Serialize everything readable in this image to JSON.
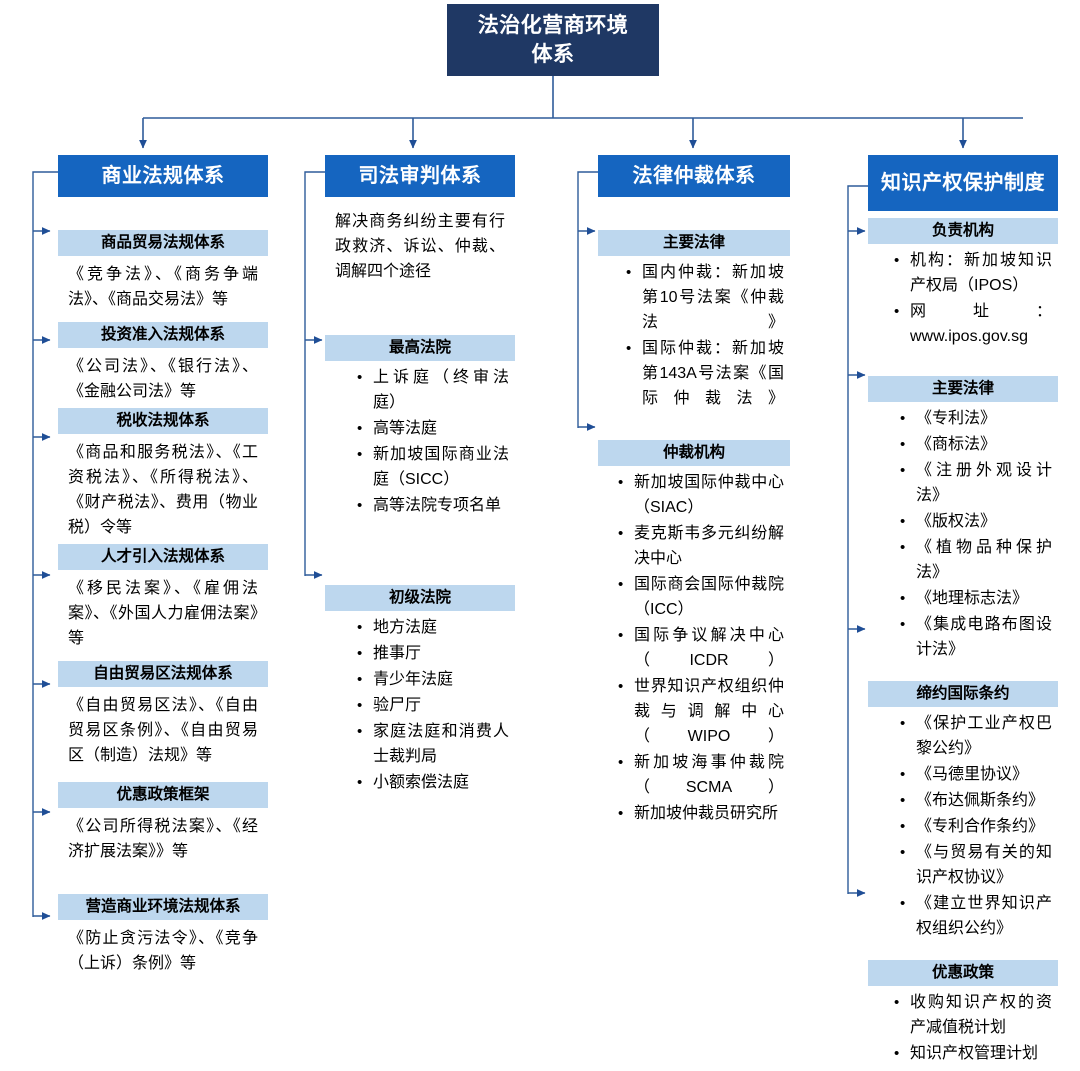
{
  "diagram": {
    "title": "法治化营商环境体系",
    "root": {
      "label": "法治化营商环境\n体系",
      "line1": "法治化营商环境",
      "line2": "体系",
      "color": "#1F3864"
    },
    "theme": {
      "root_fill": "#1F3864",
      "header_fill": "#1565C0",
      "subheader_fill": "#BDD7EE",
      "connector": "#2E5C9A",
      "text": "#000000",
      "header_text": "#FFFFFF"
    },
    "columns": [
      {
        "id": "commercial-regulation",
        "header": "商业法规体系",
        "sections": [
          {
            "head": "商品贸易法规体系",
            "type": "paragraph",
            "text": "《竞争法》、《商务争端法》、《商品交易法》等"
          },
          {
            "head": "投资准入法规体系",
            "type": "paragraph",
            "text": "《公司法》、《银行法》、《金融公司法》等"
          },
          {
            "head": "税收法规体系",
            "type": "paragraph",
            "text": "《商品和服务税法》、《工资税法》、《所得税法》、《财产税法》、费用（物业税）令等"
          },
          {
            "head": "人才引入法规体系",
            "type": "paragraph",
            "text": "《移民法案》、《雇佣法案》、《外国人力雇佣法案》等"
          },
          {
            "head": "自由贸易区法规体系",
            "type": "paragraph",
            "text": "《自由贸易区法》、《自由贸易区条例》、《自由贸易区（制造）法规》等"
          },
          {
            "head": "优惠政策框架",
            "type": "paragraph",
            "text": "《公司所得税法案》、《经济扩展法案》》等"
          },
          {
            "head": "营造商业环境法规体系",
            "type": "paragraph",
            "text": "《防止贪污法令》、《竞争（上诉）条例》等"
          }
        ]
      },
      {
        "id": "judicial-trial",
        "header": "司法审判体系",
        "intro": "解决商务纠纷主要有行政救济、诉讼、仲裁、调解四个途径",
        "sections": [
          {
            "head": "最高法院",
            "type": "bullets",
            "items": [
              "上诉庭（终审法庭）",
              "高等法庭",
              "新加坡国际商业法庭（SICC）",
              "高等法院专项名单"
            ]
          },
          {
            "head": "初级法院",
            "type": "bullets",
            "items": [
              "地方法庭",
              "推事厅",
              "青少年法庭",
              "验尸厅",
              "家庭法庭和消费人士裁判局",
              "小额索偿法庭"
            ]
          }
        ]
      },
      {
        "id": "legal-arbitration",
        "header": "法律仲裁体系",
        "sections": [
          {
            "head": "主要法律",
            "type": "bullets",
            "items": [
              "国内仲裁：新加坡第10号法案《仲裁法》",
              "国际仲裁：新加坡第143A号法案《国际仲裁法》"
            ]
          },
          {
            "head": "仲裁机构",
            "type": "bullets",
            "items": [
              "新加坡国际仲裁中心（SIAC）",
              "麦克斯韦多元纠纷解决中心",
              "国际商会国际仲裁院（ICC）",
              "国际争议解决中心（ICDR）",
              "世界知识产权组织仲裁与调解中心（WIPO）",
              "新加坡海事仲裁院（SCMA）",
              "新加坡仲裁员研究所"
            ]
          }
        ]
      },
      {
        "id": "ip-protection",
        "header": "知识产权保护制度",
        "sections": [
          {
            "head": "负责机构",
            "type": "bullets",
            "items": [
              "机构：新加坡知识产权局（IPOS）",
              "网址：www.ipos.gov.sg"
            ]
          },
          {
            "head": "主要法律",
            "type": "bullets",
            "items": [
              "《专利法》",
              "《商标法》",
              "《注册外观设计法》",
              "《版权法》",
              "《植物品种保护法》",
              "《地理标志法》",
              "《集成电路布图设计法》"
            ]
          },
          {
            "head": "缔约国际条约",
            "type": "bullets",
            "items": [
              "《保护工业产权巴黎公约》",
              "《马德里协议》",
              "《布达佩斯条约》",
              "《专利合作条约》",
              "《与贸易有关的知识产权协议》",
              "《建立世界知识产权组织公约》"
            ]
          },
          {
            "head": "优惠政策",
            "type": "bullets",
            "items": [
              "收购知识产权的资产减值税计划",
              "知识产权管理计划"
            ]
          }
        ]
      }
    ]
  }
}
